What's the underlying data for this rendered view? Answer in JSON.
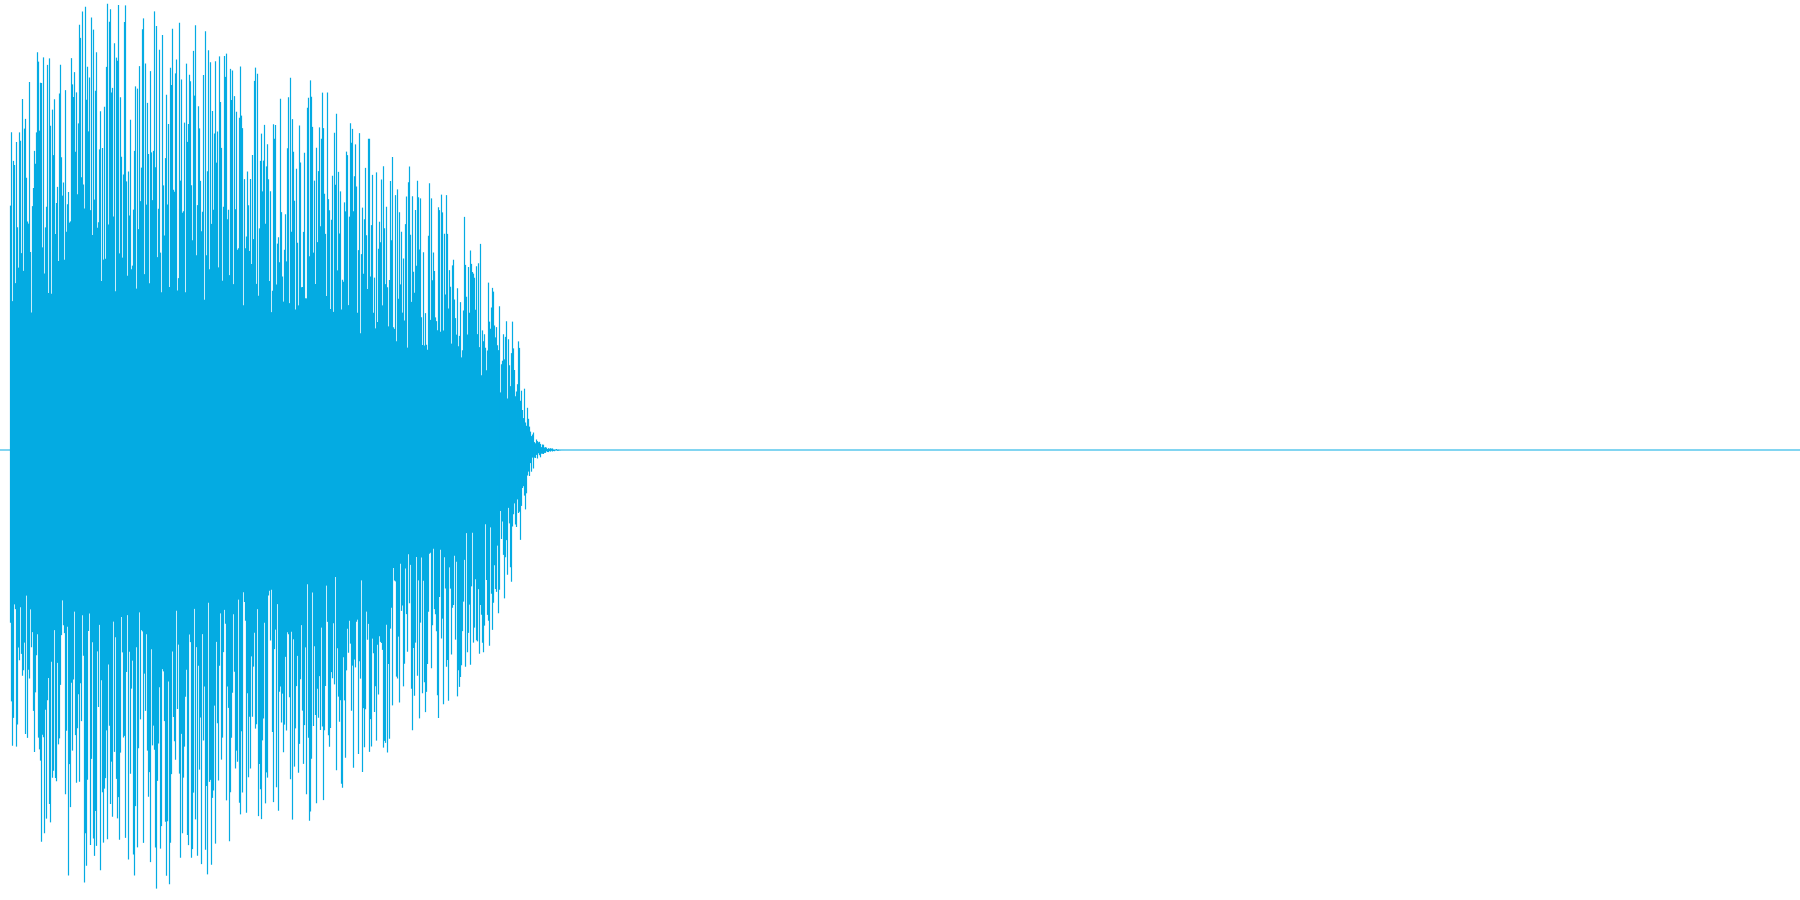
{
  "colors": {
    "waveform": "#04ABE3",
    "background": "#FFFFFF"
  },
  "chart_data": {
    "type": "area",
    "description_of_axes": "",
    "xlim": [
      0,
      1
    ],
    "ylim": [
      -1,
      1
    ],
    "grid": false,
    "legend": "none",
    "series": [
      {
        "x": [
          0.0,
          0.02,
          0.04,
          0.06,
          0.08,
          0.1,
          0.12,
          0.14,
          0.16,
          0.18,
          0.2,
          0.22,
          0.24,
          0.26,
          0.27,
          0.28,
          0.285,
          0.29,
          0.295,
          0.3,
          0.31,
          1.0
        ],
        "y_max": [
          0.7,
          0.98,
          0.99,
          1.0,
          1.0,
          0.95,
          0.92,
          0.88,
          0.86,
          0.8,
          0.72,
          0.65,
          0.6,
          0.48,
          0.4,
          0.3,
          0.24,
          0.06,
          0.02,
          0.005,
          0.0,
          0.0
        ],
        "y_min": [
          -0.7,
          -0.9,
          -0.99,
          -1.0,
          -1.0,
          -0.98,
          -0.92,
          -0.88,
          -0.84,
          -0.8,
          -0.72,
          -0.66,
          -0.6,
          -0.5,
          -0.42,
          -0.3,
          -0.24,
          -0.06,
          -0.02,
          -0.005,
          0.0,
          0.0
        ]
      }
    ]
  }
}
